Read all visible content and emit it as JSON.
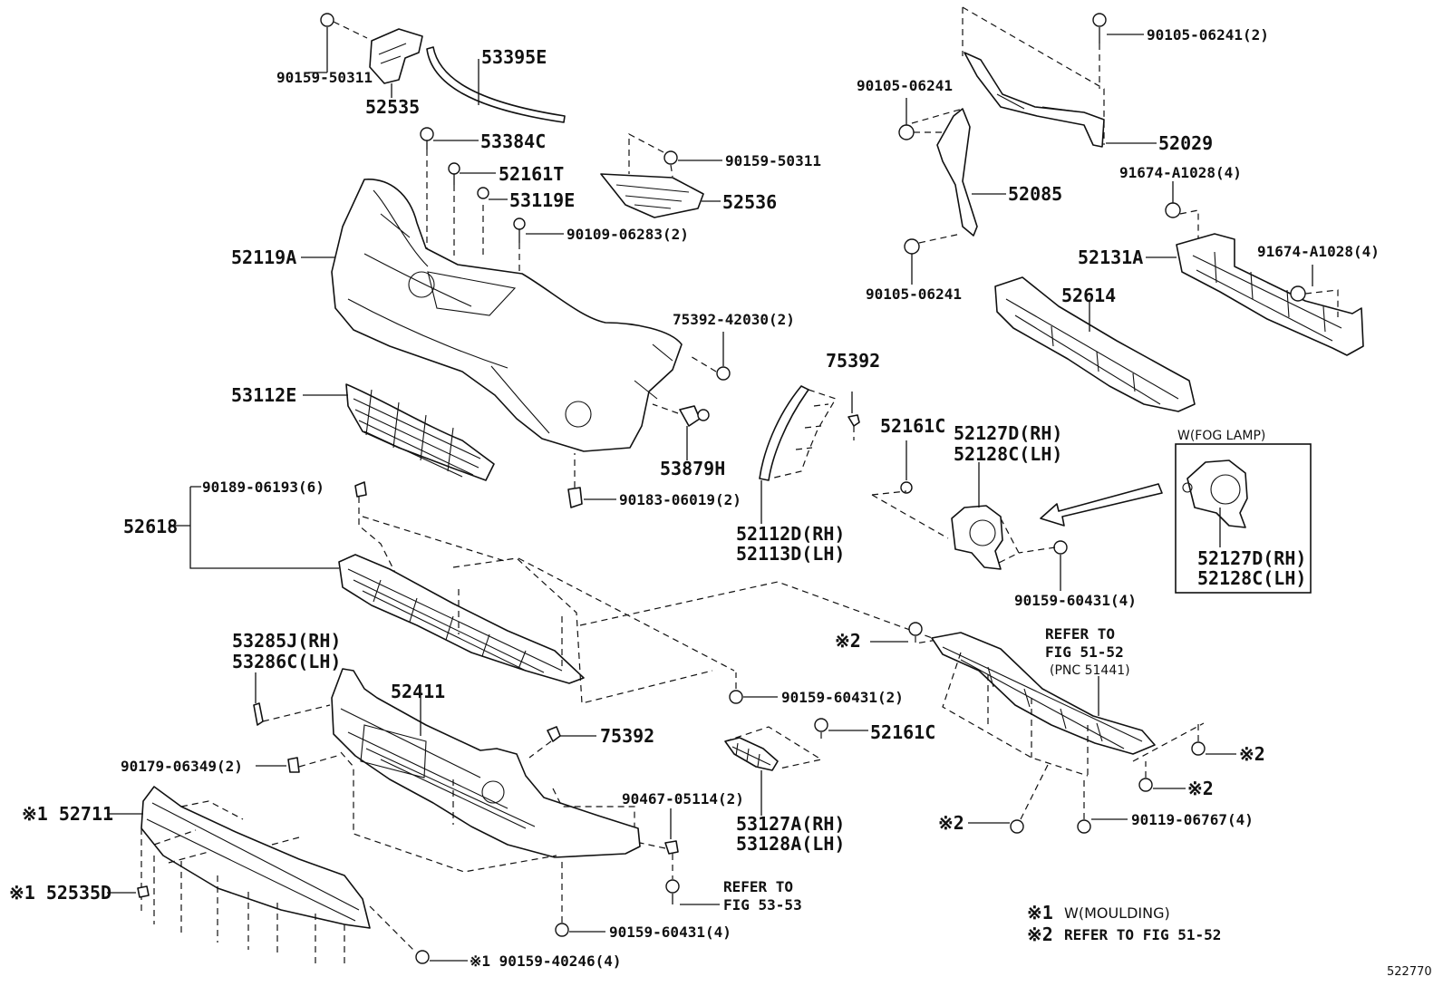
{
  "diagram": {
    "figure_id": "522770",
    "callouts": {
      "p90159_50311_a": "90159-50311",
      "p52535": "52535",
      "p53395E": "53395E",
      "p53384C": "53384C",
      "p52161T": "52161T",
      "p53119E": "53119E",
      "p90109_06283": "90109-06283(2)",
      "p90159_50311_b": "90159-50311",
      "p52536": "52536",
      "p52119A": "52119A",
      "p75392_42030": "75392-42030(2)",
      "p53112E": "53112E",
      "p53879H": "53879H",
      "p90183_06019": "90183-06019(2)",
      "p75392_a": "75392",
      "p52112D": "52112D(RH)",
      "p52113D": "52113D(LH)",
      "p52161C_a": "52161C",
      "p52127D_a": "52127D(RH)",
      "p52128C_a": "52128C(LH)",
      "p90159_60431_a": "90159-60431(4)",
      "p90105_06241_a": "90105-06241(2)",
      "p90105_06241_b": "90105-06241",
      "p52029": "52029",
      "p52085": "52085",
      "p91674_A1028_a": "91674-A1028(4)",
      "p52131A": "52131A",
      "p91674_A1028_b": "91674-A1028(4)",
      "p90105_06241_c": "90105-06241",
      "p52614": "52614",
      "fog_box_title": "W(FOG LAMP)",
      "p52127D_b": "52127D(RH)",
      "p52128C_b": "52128C(LH)",
      "p90189_06193": "90189-06193(6)",
      "p52618": "52618",
      "p53285J": "53285J(RH)",
      "p53286C": "53286C(LH)",
      "p52411": "52411",
      "p90179_06349": "90179-06349(2)",
      "p75392_b": "75392",
      "p90159_60431_b": "90159-60431(2)",
      "p52161C_b": "52161C",
      "refer_51_52_line1": "REFER TO",
      "refer_51_52_line2": "FIG 51-52",
      "refer_51_52_line3": "(PNC 51441)",
      "mark2_a": "※2",
      "mark2_b": "※2",
      "mark2_c": "※2",
      "mark2_d": "※2",
      "p52711": "※1 52711",
      "p52535D": "※1 52535D",
      "p90467_05114": "90467-05114(2)",
      "p53127A": "53127A(RH)",
      "p53128A": "53128A(LH)",
      "p90119_06767": "90119-06767(4)",
      "refer_53_53_line1": "REFER TO",
      "refer_53_53_line2": "FIG 53-53",
      "p90159_60431_c": "90159-60431(4)",
      "p90159_40246": "※1 90159-40246(4)"
    },
    "legend": {
      "note1_mark": "※1",
      "note1_text": "W(MOULDING)",
      "note2_mark": "※2",
      "note2_text": "REFER TO FIG 51-52"
    }
  }
}
